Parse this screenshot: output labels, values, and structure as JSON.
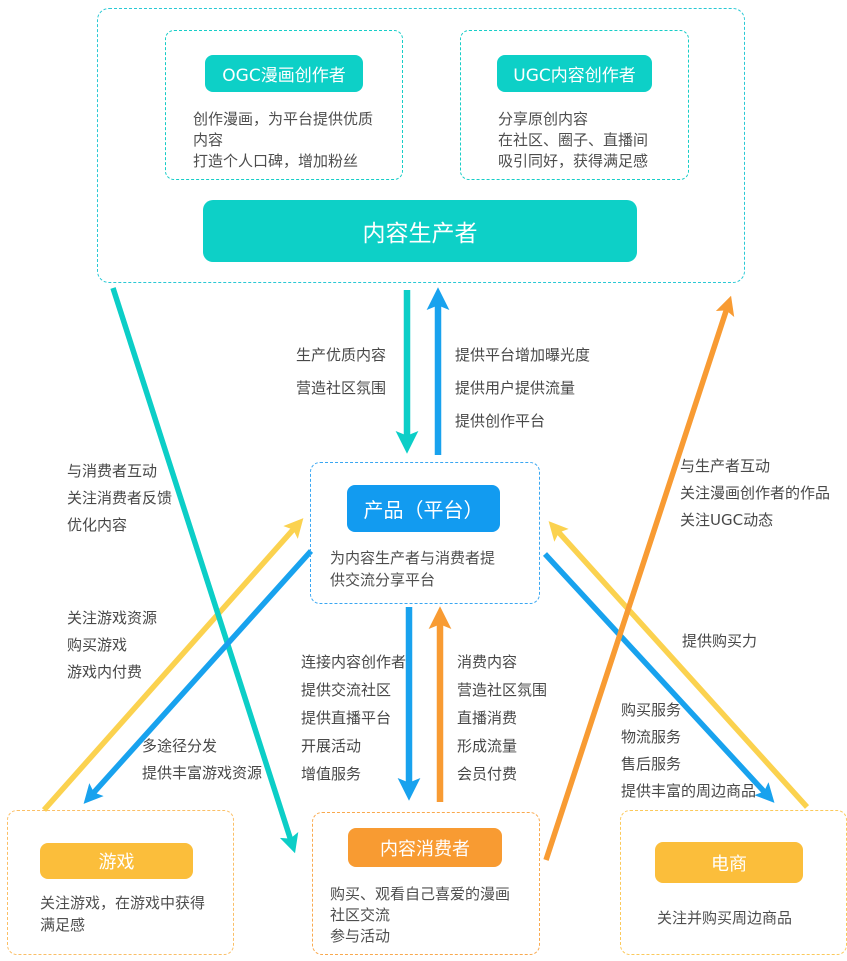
{
  "colors": {
    "teal": "#0DD0C7",
    "blue": "#129BF0",
    "orange": "#F89B32",
    "yellow": "#FBBE3B",
    "arrow_cyan": "#0CCEC7",
    "arrow_blue": "#18A2EE",
    "arrow_orange": "#F89B33",
    "arrow_yellow": "#FBD24F",
    "text": "#4A4A4A"
  },
  "producer_group": {
    "ogc": {
      "title": "OGC漫画创作者",
      "desc": [
        "创作漫画，为平台提供优质内容",
        "打造个人口碑，增加粉丝"
      ]
    },
    "ugc": {
      "title": "UGC内容创作者",
      "desc": [
        "分享原创内容",
        "在社区、圈子、直播间",
        "吸引同好，获得满足感"
      ]
    },
    "title": "内容生产者"
  },
  "platform": {
    "title": "产品（平台）",
    "desc": "为内容生产者与消费者提供交流分享平台"
  },
  "game": {
    "title": "游戏",
    "desc": "关注游戏，在游戏中获得满足感"
  },
  "consumer": {
    "title": "内容消费者",
    "desc": [
      "购买、观看自己喜爱的漫画",
      "社区交流",
      "参与活动"
    ]
  },
  "ecommerce": {
    "title": "电商",
    "desc": "关注并购买周边商品"
  },
  "arrow_labels": {
    "producer_to_platform": [
      "生产优质内容",
      "营造社区氛围"
    ],
    "platform_to_producer": [
      "提供平台增加曝光度",
      "提供用户提供流量",
      "提供创作平台"
    ],
    "producer_to_consumer": [
      "与消费者互动",
      "关注消费者反馈",
      "优化内容"
    ],
    "consumer_to_game": [
      "关注游戏资源",
      "购买游戏",
      "游戏内付费"
    ],
    "platform_to_game": [
      "多途径分发",
      "提供丰富游戏资源"
    ],
    "platform_to_consumer": [
      "连接内容创作者",
      "提供交流社区",
      "提供直播平台",
      "开展活动",
      "增值服务"
    ],
    "consumer_to_platform": [
      "消费内容",
      "营造社区氛围",
      "直播消费",
      "形成流量",
      "会员付费"
    ],
    "consumer_to_producer": [
      "与生产者互动",
      "关注漫画创作者的作品",
      "关注UGC动态"
    ],
    "ecommerce_to_platform": [
      "提供购买力"
    ],
    "platform_to_ecommerce": [
      "购买服务",
      "物流服务",
      "售后服务",
      "提供丰富的周边商品"
    ]
  }
}
